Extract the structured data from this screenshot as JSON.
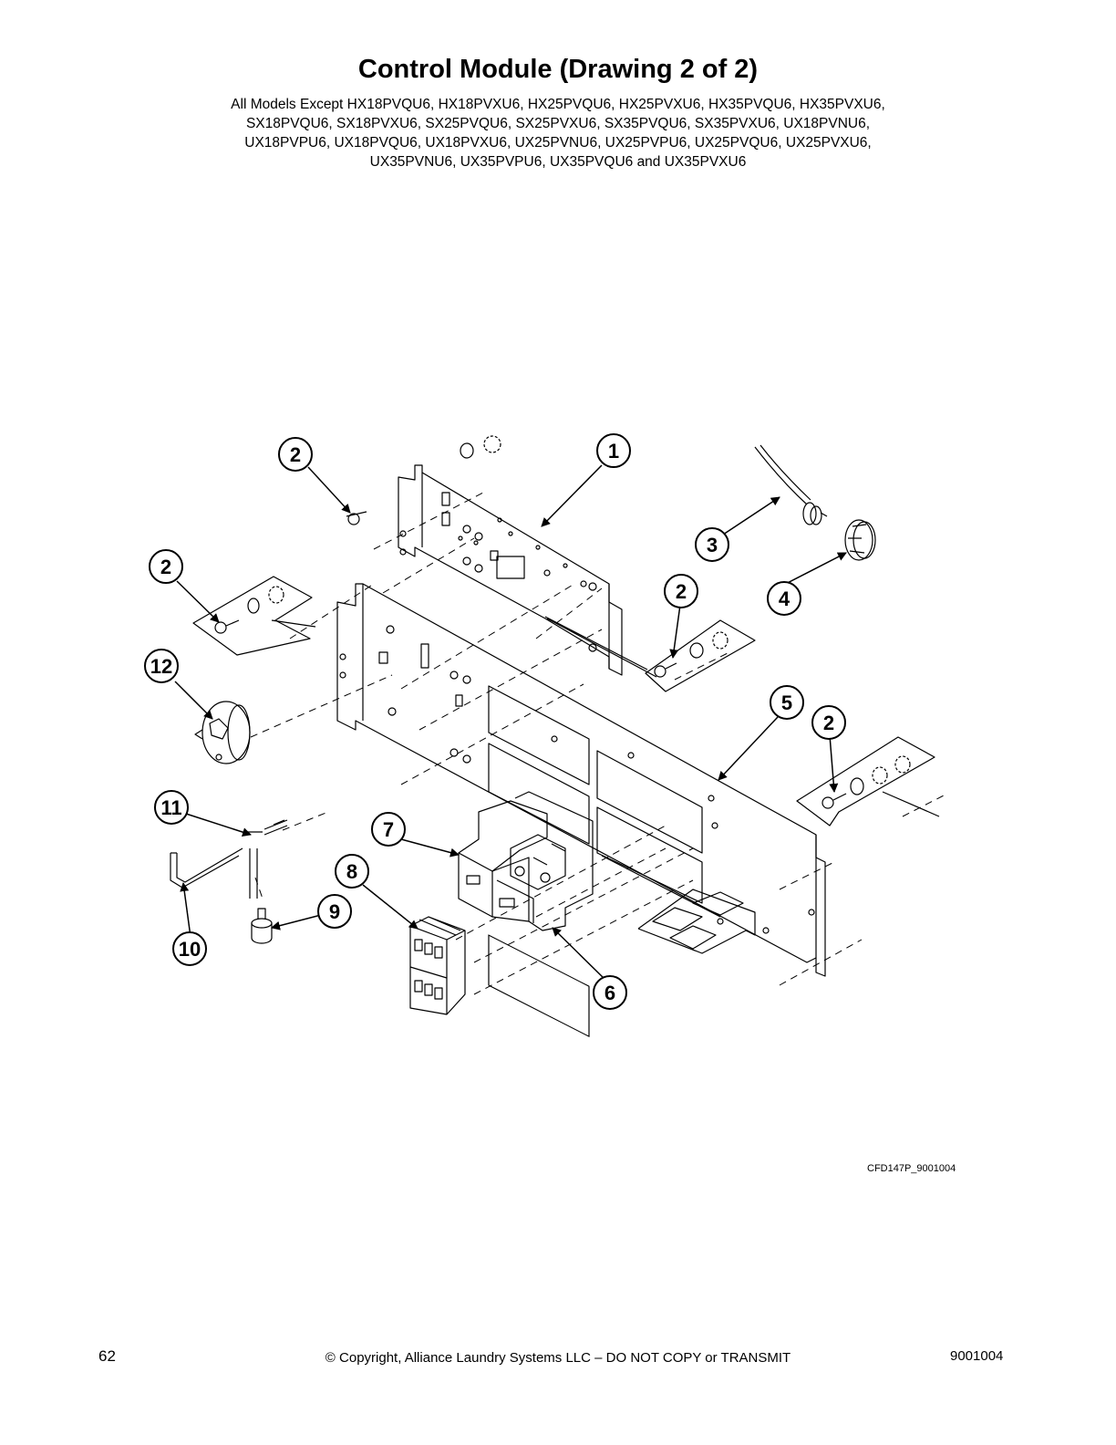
{
  "title": "Control Module (Drawing 2 of 2)",
  "subtitle_lines": [
    "All Models Except HX18PVQU6, HX18PVXU6, HX25PVQU6, HX25PVXU6, HX35PVQU6, HX35PVXU6,",
    "SX18PVQU6, SX18PVXU6, SX25PVQU6, SX25PVXU6, SX35PVQU6, SX35PVXU6, UX18PVNU6,",
    "UX18PVPU6, UX18PVQU6, UX18PVXU6, UX25PVNU6, UX25PVPU6, UX25PVQU6, UX25PVXU6,",
    "UX35PVNU6, UX35PVPU6, UX35PVQU6 and UX35PVXU6"
  ],
  "callouts": [
    "1",
    "2",
    "2",
    "2",
    "2",
    "3",
    "4",
    "5",
    "6",
    "7",
    "8",
    "9",
    "10",
    "11",
    "12"
  ],
  "drawing_code": "CFD147P_9001004",
  "footer": {
    "page_number": "62",
    "copyright": "© Copyright, Alliance Laundry Systems LLC – DO NOT COPY or TRANSMIT",
    "document_number": "9001004"
  }
}
